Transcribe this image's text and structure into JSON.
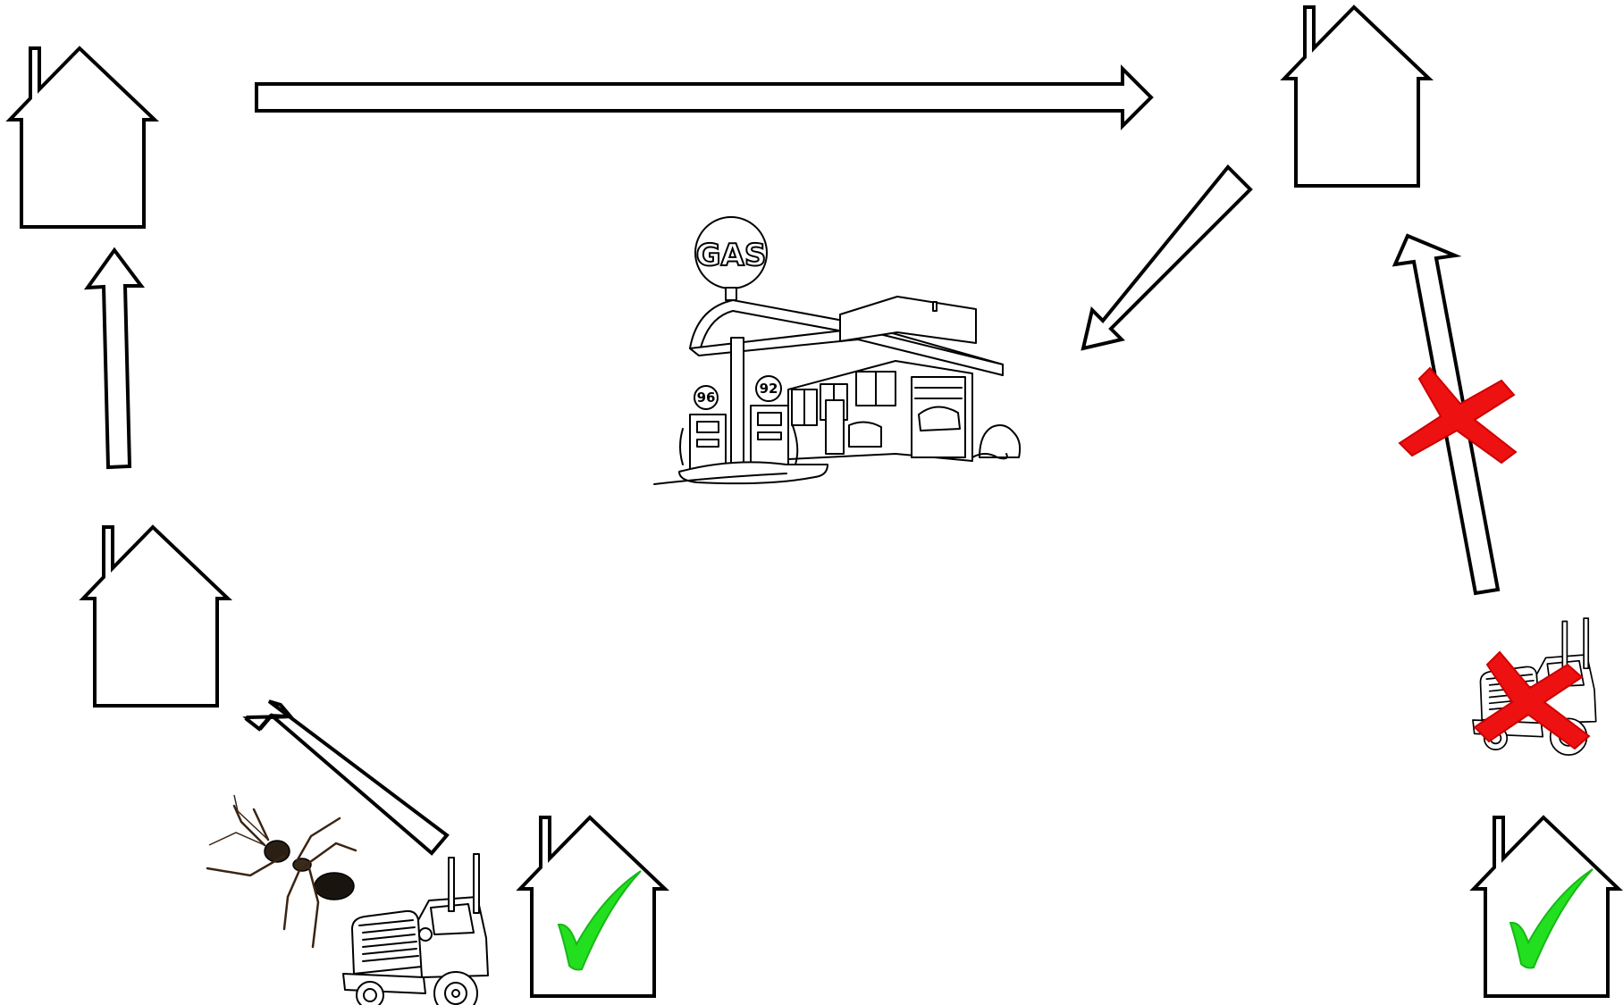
{
  "diagram": {
    "houses": [
      {
        "id": "top-left"
      },
      {
        "id": "top-right"
      },
      {
        "id": "middle-left"
      },
      {
        "id": "bottom-middle",
        "status": "check"
      },
      {
        "id": "bottom-right",
        "status": "check"
      }
    ],
    "arrows": [
      {
        "from": "top-left",
        "to": "top-right"
      },
      {
        "from": "top-right",
        "to": "gas-station"
      },
      {
        "from": "middle-left",
        "to": "top-left"
      },
      {
        "from": "bottom-middle-truck",
        "to": "middle-left"
      },
      {
        "from": "bottom-right-truck",
        "to": "top-right",
        "status": "blocked"
      }
    ],
    "gas_station": {
      "sign": "GAS",
      "pump_left": "96",
      "pump_right": "92"
    },
    "colors": {
      "check": "#22e01f",
      "cross": "#ee1111",
      "outline": "#000000"
    }
  }
}
